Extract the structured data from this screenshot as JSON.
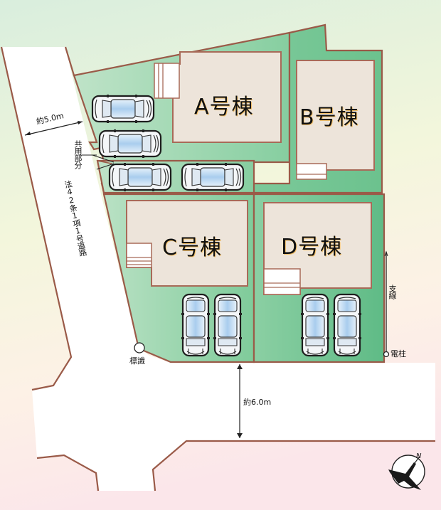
{
  "colors": {
    "boundary": "#9a5a48",
    "lot_light": "#b6dfc1",
    "lot_dark": "#6dc28f",
    "building": "#ede4da",
    "road": "#ffffff",
    "bg_top": "#dcefdc",
    "bg_bottom": "#fbe8ea"
  },
  "buildings": [
    {
      "id": "A",
      "label": "A号棟"
    },
    {
      "id": "B",
      "label": "B号棟"
    },
    {
      "id": "C",
      "label": "C号棟"
    },
    {
      "id": "D",
      "label": "D号棟"
    }
  ],
  "roads": {
    "west_width": "約5.0m",
    "west_type": "法42条1項1号道路",
    "south_width": "約6.0m"
  },
  "labels": {
    "shared_area": "共用部分",
    "sign": "標識",
    "guy_wire": "支線",
    "utility_pole": "電柱"
  },
  "compass": {
    "north": "N"
  },
  "parking": {
    "count": 8
  }
}
